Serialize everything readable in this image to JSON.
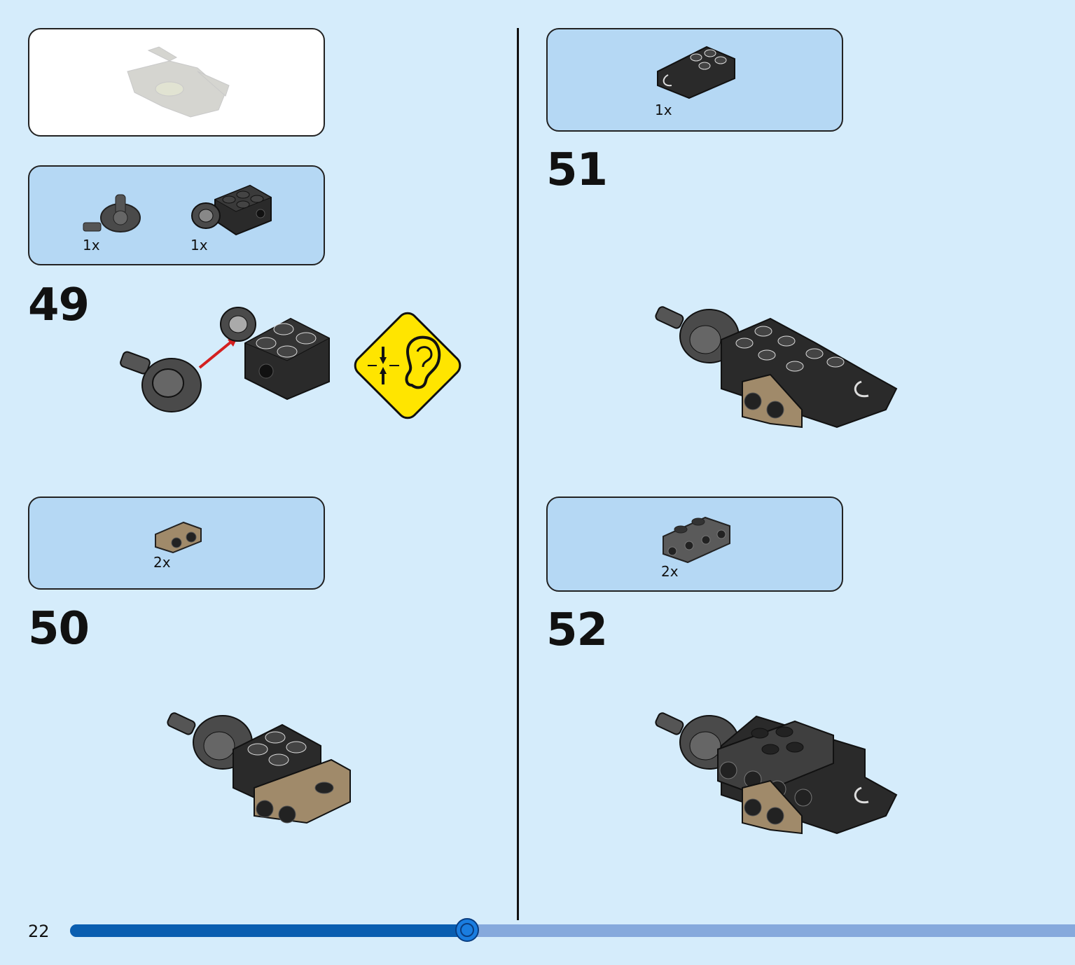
{
  "page": {
    "number": "22",
    "progress": 0.395
  },
  "steps": [
    {
      "number": "49",
      "parts": [
        {
          "qty": "1x",
          "icon": "ball-joint-pin-icon"
        },
        {
          "qty": "1x",
          "icon": "brick-2x2-ball-socket-icon"
        }
      ],
      "note_icon": "click-sound-warning-icon"
    },
    {
      "number": "50",
      "parts": [
        {
          "qty": "2x",
          "icon": "tan-bracket-plate-icon"
        }
      ]
    },
    {
      "number": "51",
      "parts": [
        {
          "qty": "1x",
          "icon": "plate-with-clip-icon"
        }
      ]
    },
    {
      "number": "52",
      "parts": [
        {
          "qty": "2x",
          "icon": "dark-grey-bracket-icon"
        }
      ]
    }
  ],
  "colors": {
    "background": "#d5ecfb",
    "parts_box": "#b5d8f4",
    "progress_fill": "#0a5eb0",
    "progress_track": "#86a9dc",
    "warning_yellow": "#ffe500"
  }
}
